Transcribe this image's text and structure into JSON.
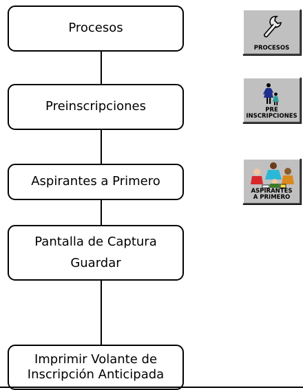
{
  "flow": {
    "steps": [
      {
        "lines": [
          "Procesos"
        ]
      },
      {
        "lines": [
          "Preinscripciones"
        ]
      },
      {
        "lines": [
          "Aspirantes a Primero"
        ]
      },
      {
        "lines": [
          "Pantalla de Captura",
          "Guardar"
        ]
      },
      {
        "lines": [
          "Imprimir Volante de",
          "Inscripción Anticipada"
        ]
      }
    ]
  },
  "icons": [
    {
      "name": "wrench-icon",
      "caption_lines": [
        "PROCESOS"
      ]
    },
    {
      "name": "family-icon",
      "caption_lines": [
        "PRE",
        "INSCRIPCIONES"
      ]
    },
    {
      "name": "students-icon",
      "caption_lines": [
        "ASPIRANTES",
        "A PRIMERO"
      ]
    }
  ]
}
